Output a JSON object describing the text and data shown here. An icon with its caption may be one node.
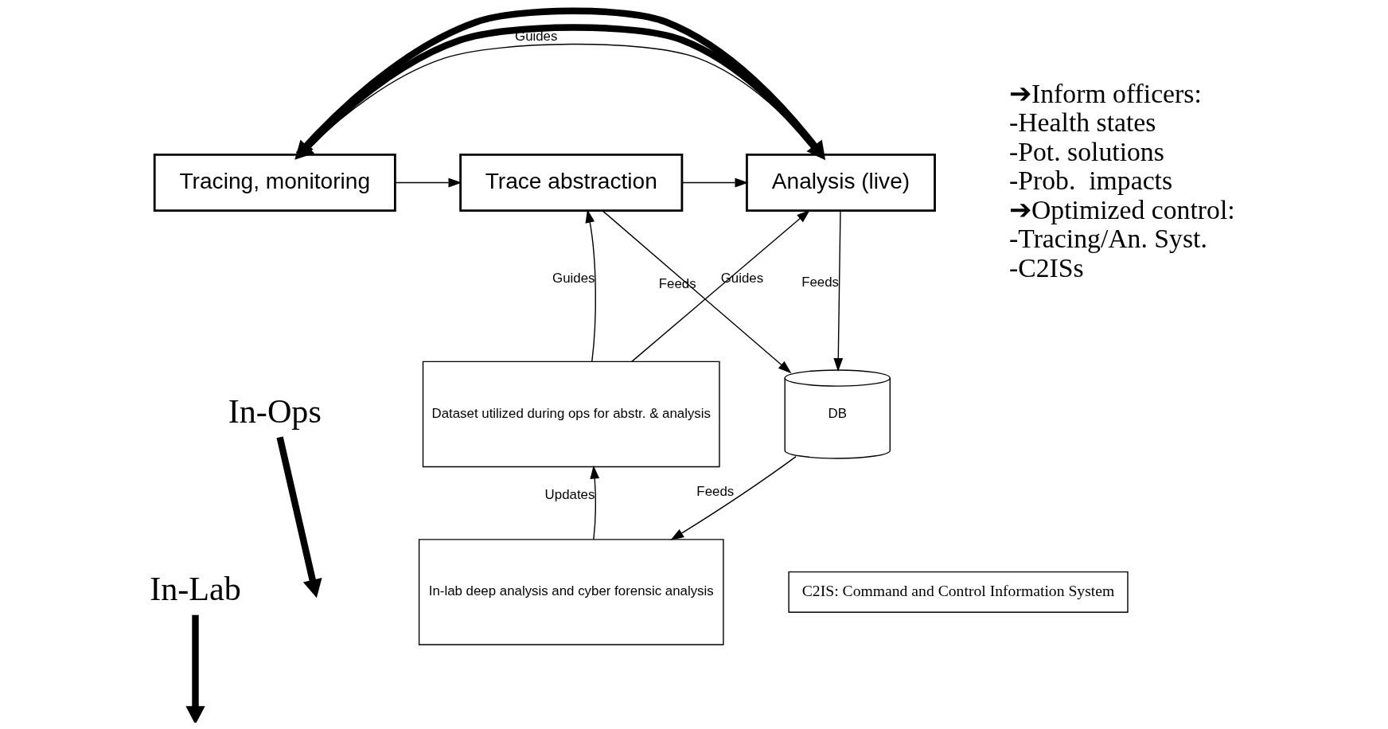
{
  "diagram": {
    "nodes": [
      {
        "text": [
          "Tracing, monitoring"
        ]
      },
      {
        "text": [
          "Trace abstraction"
        ]
      },
      {
        "text": [
          "Analysis (live)"
        ]
      },
      {
        "text": [
          "In-Ops"
        ]
      },
      {
        "text": [
          "Dataset utilized during ops for abstr. & analysis"
        ]
      },
      {
        "text": [
          "DB"
        ]
      },
      {
        "text": [
          "In-Lab"
        ]
      },
      {
        "text": [
          "In-lab deep analysis and cyber forensic analysis"
        ]
      },
      {
        "text": [
          "C2IS: Command and Control Information System"
        ]
      }
    ],
    "edges": [
      {
        "from": 2,
        "to": 0,
        "label": "Guides",
        "arrow": "to"
      },
      {
        "from": 2,
        "to": 0,
        "arrow": "to",
        "style": "thick"
      },
      {
        "from": 0,
        "to": 2,
        "arrow": "to",
        "style": "thick"
      },
      {
        "from": 0,
        "to": 1,
        "arrow": "to"
      },
      {
        "from": 1,
        "to": 2,
        "arrow": "to"
      },
      {
        "from": 3,
        "to": null,
        "arrow": "to",
        "style": "thick"
      },
      {
        "from": 4,
        "to": 1,
        "label": "Guides",
        "arrow": "to"
      },
      {
        "from": 4,
        "to": 2,
        "label": "Guides",
        "arrow": "to"
      },
      {
        "from": 1,
        "to": 5,
        "label": "Feeds",
        "arrow": "to"
      },
      {
        "from": 2,
        "to": 5,
        "label": "Feeds",
        "arrow": "to"
      },
      {
        "from": 6,
        "to": null,
        "arrow": "to",
        "style": "thick"
      },
      {
        "from": 5,
        "to": 7,
        "label": "Feeds",
        "arrow": "to"
      },
      {
        "from": 7,
        "to": 4,
        "label": "Updates",
        "arrow": "to"
      }
    ],
    "labels": [
      "➔Inform officers:",
      "-Health states",
      "-Pot. solutions",
      "-Prob.  impacts",
      "➔Optimized control:",
      "-Tracing/An. Syst.",
      "-C2ISs"
    ]
  }
}
